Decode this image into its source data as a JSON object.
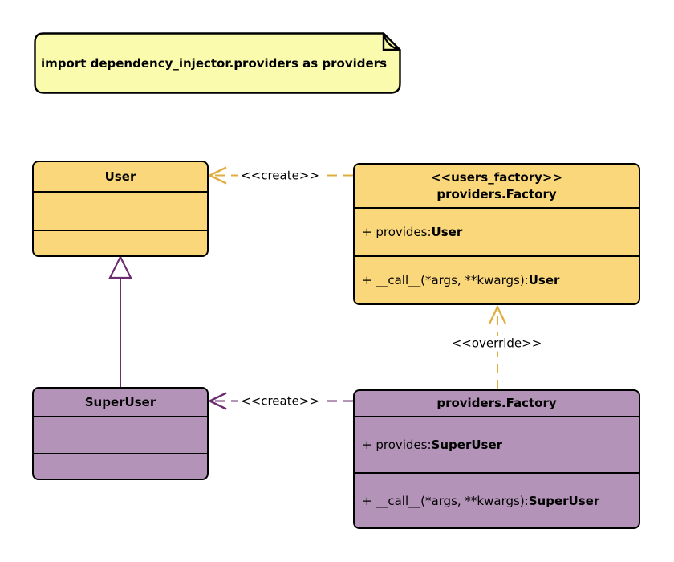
{
  "diagram_type": "uml-class-diagram",
  "colors": {
    "canvas-bg": "#ffffff",
    "class-yellow": "#F9D77A",
    "class-purple": "#B394B8",
    "note-yellow": "#FBFBAE",
    "edge-gold": "#DFAE3E",
    "edge-purple": "#6C2D70",
    "stroke-black": "#000000",
    "text": "#000000"
  },
  "note": {
    "text": "import dependency_injector.providers as providers"
  },
  "classes": {
    "user": {
      "title": "User",
      "attributes": [],
      "methods": []
    },
    "users_factory": {
      "stereotype": "<<users_factory>>",
      "name": "providers.Factory",
      "members": [
        {
          "prefix": "+ provides: ",
          "type": "User"
        },
        {
          "prefix": "+ __call__(*args, **kwargs): ",
          "type": "User"
        }
      ]
    },
    "superuser": {
      "title": "SuperUser",
      "attributes": [],
      "methods": []
    },
    "superuser_factory": {
      "name": "providers.Factory",
      "members": [
        {
          "prefix": "+ provides: ",
          "type": "SuperUser"
        },
        {
          "prefix": "+ __call__(*args, **kwargs): ",
          "type": "SuperUser"
        }
      ]
    }
  },
  "arrows": {
    "create_user": {
      "label": "<<create>>",
      "from": "users_factory",
      "to": "user",
      "style": "dashed-gold-open-arrow"
    },
    "create_superuser": {
      "label": "<<create>>",
      "from": "superuser_factory",
      "to": "superuser",
      "style": "dashed-purple-open-arrow"
    },
    "override": {
      "label": "<<override>>",
      "from": "superuser_factory",
      "to": "users_factory",
      "style": "dashed-gold-open-arrow"
    },
    "inheritance": {
      "label": "",
      "from": "superuser",
      "to": "user",
      "style": "solid-purple-hollow-triangle"
    }
  }
}
